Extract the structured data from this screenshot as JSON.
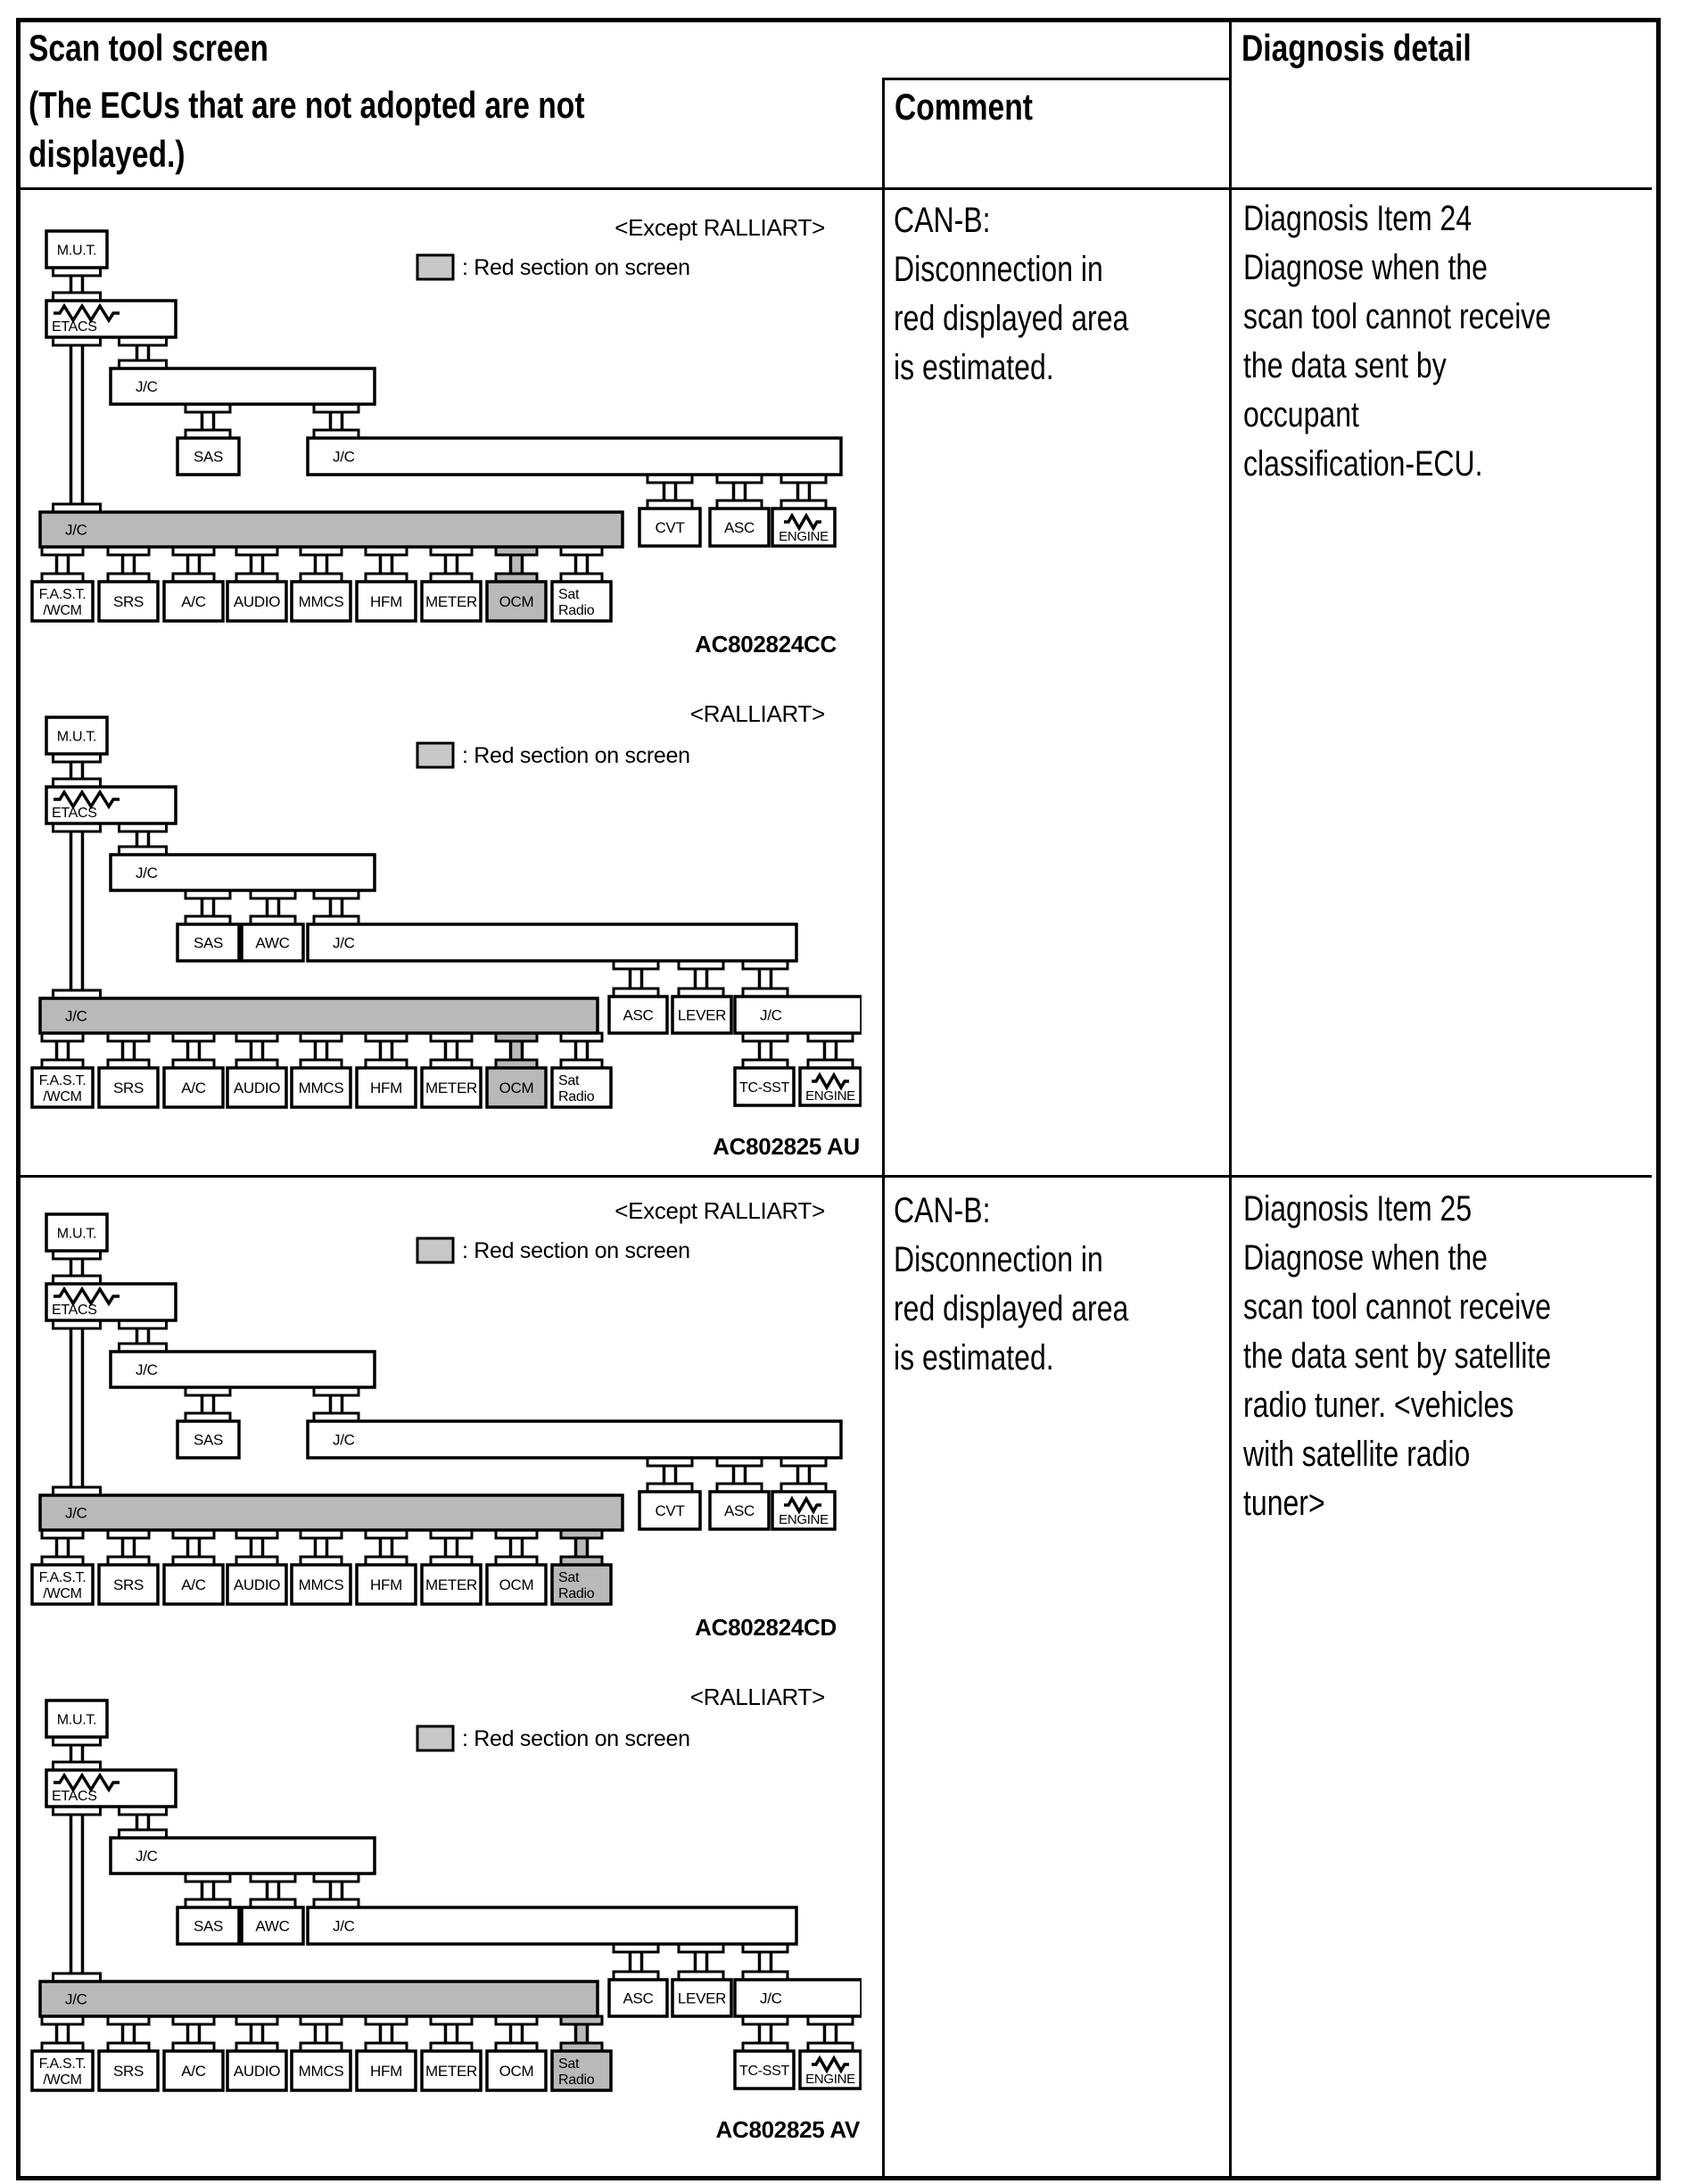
{
  "header": {
    "title": "Scan tool screen",
    "note": "(The ECUs that are not adopted are not\ndisplayed.)",
    "comment_label": "Comment",
    "diagnosis_label": "Diagnosis detail"
  },
  "legend_label": ": Red section on screen",
  "colors": {
    "highlight": "#b9b9b9",
    "legend_swatch": "#c8c8c8",
    "line": "#000000"
  },
  "node_labels": {
    "mut": "M.U.T.",
    "etacs": "ETACS",
    "jc": "J/C",
    "sas": "SAS",
    "awc": "AWC",
    "cvt": "CVT",
    "asc": "ASC",
    "lever": "LEVER",
    "engine": "ENGINE",
    "tcsst": "TC-SST",
    "fast_wcm": "F.A.S.T.\n/WCM",
    "srs": "SRS",
    "ac": "A/C",
    "audio": "AUDIO",
    "mmcs": "MMCS",
    "hfm": "HFM",
    "meter": "METER",
    "ocm": "OCM",
    "sat_radio": "Sat\nRadio"
  },
  "rows": [
    {
      "comment": "CAN-B:\nDisconnection in\nred displayed area\nis estimated.",
      "diagnosis": "Diagnosis Item 24\nDiagnose when the\nscan tool cannot receive\nthe data sent by\noccupant\nclassification-ECU.",
      "diagrams": [
        {
          "variant": "except_ralliart",
          "variant_label": "<Except RALLIART>",
          "ac_label": "AC802824CC",
          "highlights": [
            "main_jc",
            "ocm"
          ]
        },
        {
          "variant": "ralliart",
          "variant_label": "<RALLIART>",
          "ac_label": "AC802825 AU",
          "highlights": [
            "main_jc",
            "ocm"
          ]
        }
      ]
    },
    {
      "comment": "CAN-B:\nDisconnection in\nred displayed area\nis estimated.",
      "diagnosis": "Diagnosis Item 25\nDiagnose when the\nscan tool cannot receive\nthe data sent by satellite\nradio tuner. <vehicles\nwith satellite radio\ntuner>",
      "diagrams": [
        {
          "variant": "except_ralliart",
          "variant_label": "<Except RALLIART>",
          "ac_label": "AC802824CD",
          "highlights": [
            "main_jc",
            "sat_radio"
          ]
        },
        {
          "variant": "ralliart",
          "variant_label": "<RALLIART>",
          "ac_label": "AC802825 AV",
          "highlights": [
            "main_jc",
            "sat_radio"
          ]
        }
      ]
    }
  ]
}
